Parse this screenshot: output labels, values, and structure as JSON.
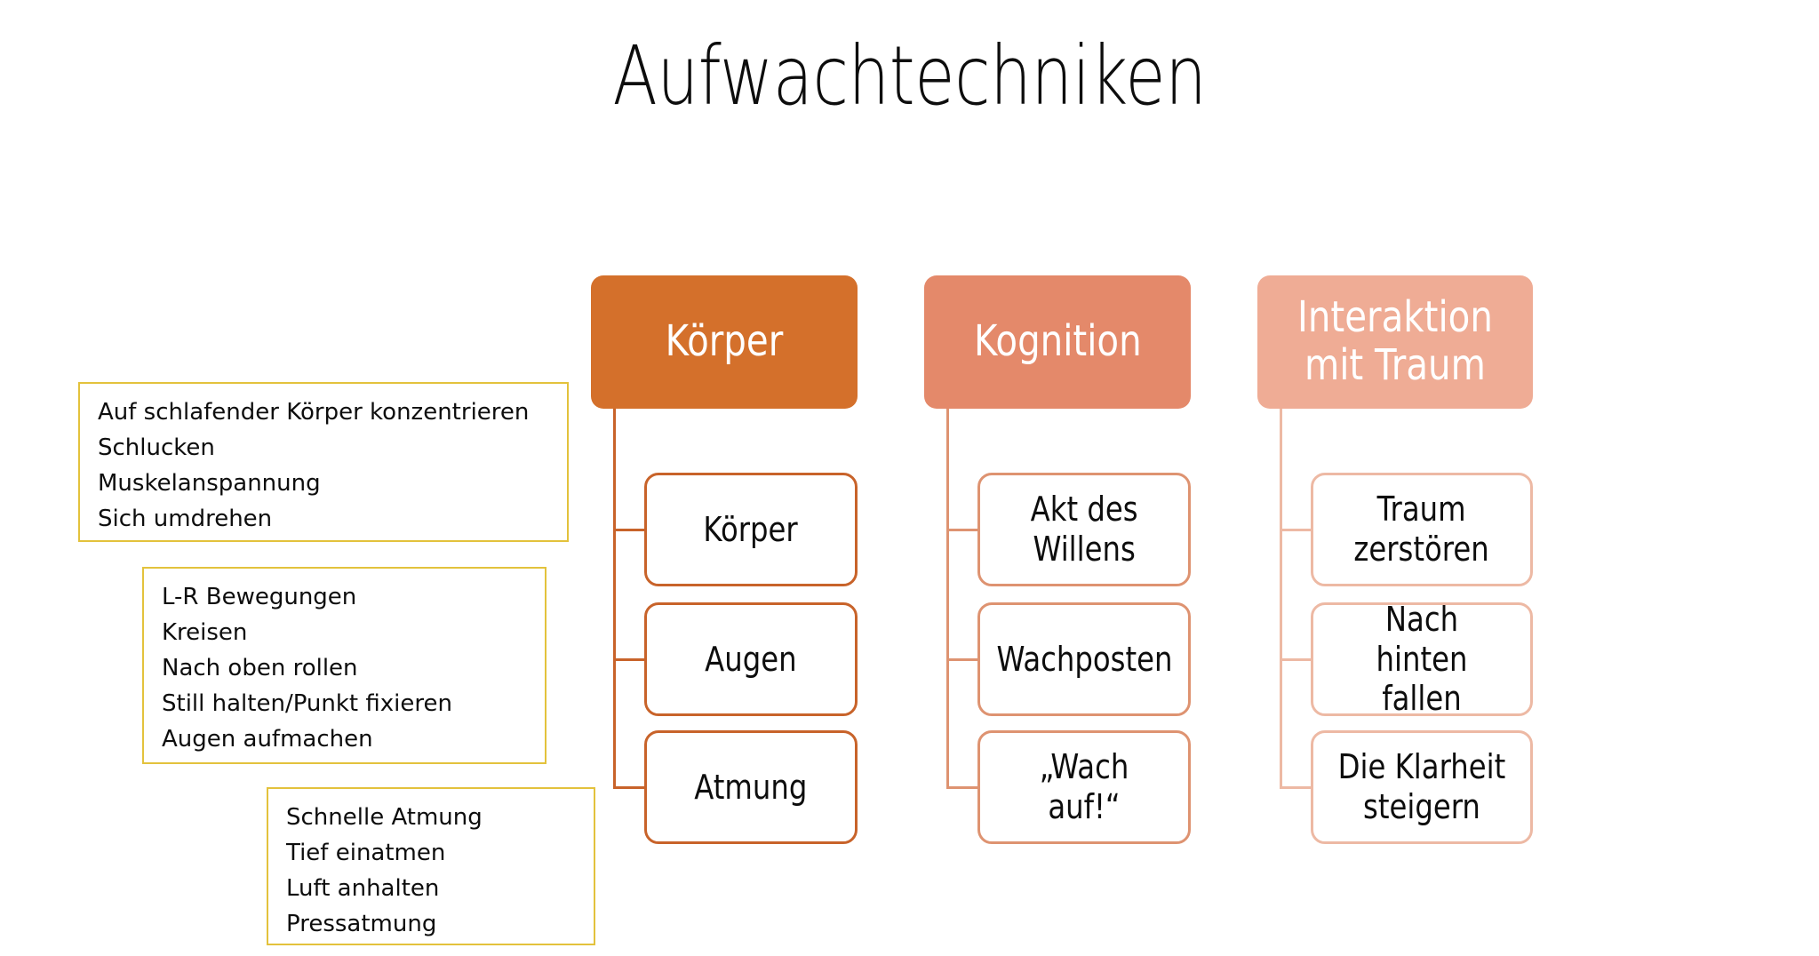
{
  "slide": {
    "title": "Aufwachtechniken",
    "background": "#FFFFFF"
  },
  "colors": {
    "header_1": "#D4702B",
    "header_2": "#E4896A",
    "header_3": "#EFAC95",
    "border_1": "#C8632A",
    "border_2": "#DE9371",
    "border_3": "#EDB9A4",
    "note_border": "#E3C23C",
    "title_text": "#0D0D0D",
    "header_text": "#FFFFFF",
    "child_text": "#0D0D0D"
  },
  "notes": [
    {
      "name": "note-koerper",
      "lines": [
        "Auf schlafender Körper konzentrieren",
        "Schlucken",
        "Muskelanspannung",
        "Sich umdrehen"
      ]
    },
    {
      "name": "note-augen",
      "lines": [
        "L-R Bewegungen",
        "Kreisen",
        "Nach oben rollen",
        "Still halten/Punkt fixieren",
        "Augen aufmachen"
      ]
    },
    {
      "name": "note-atmung",
      "lines": [
        "Schnelle Atmung",
        "Tief einatmen",
        "Luft anhalten",
        "Pressatmung"
      ]
    }
  ],
  "columns": [
    {
      "header": "Körper",
      "children": [
        {
          "label": "Körper"
        },
        {
          "label": "Augen"
        },
        {
          "label": "Atmung"
        }
      ]
    },
    {
      "header": "Kognition",
      "children": [
        {
          "label": "Akt des\nWillens"
        },
        {
          "label": "Wachposten"
        },
        {
          "label": "„Wach auf!“"
        }
      ]
    },
    {
      "header": "Interaktion\nmit Traum",
      "children": [
        {
          "label": "Traum\nzerstören"
        },
        {
          "label": "Nach hinten\nfallen"
        },
        {
          "label": "Die Klarheit\nsteigern"
        }
      ]
    }
  ]
}
